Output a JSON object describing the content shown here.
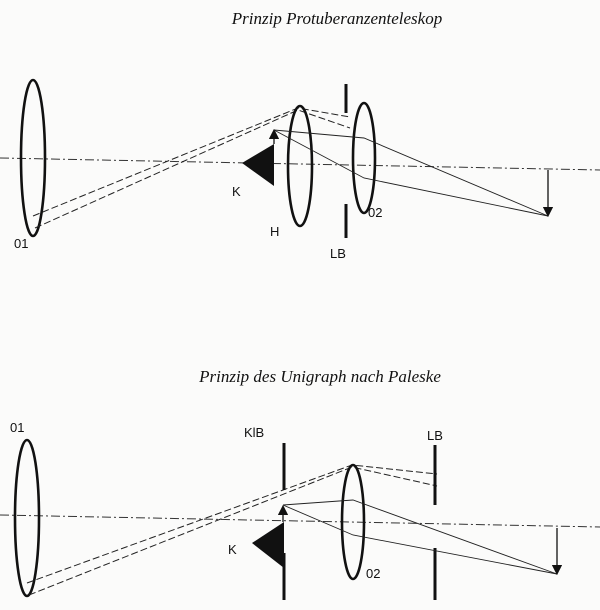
{
  "diagram1": {
    "title": "Prinzip Protuberanzenteleskop",
    "labels": {
      "o1": "01",
      "k": "K",
      "h": "H",
      "lb": "LB",
      "o2": "02"
    }
  },
  "diagram2": {
    "title": "Prinzip des Unigraph nach Paleske",
    "labels": {
      "o1": "01",
      "klb": "KlB",
      "lb": "LB",
      "k": "K",
      "o2": "02"
    }
  }
}
